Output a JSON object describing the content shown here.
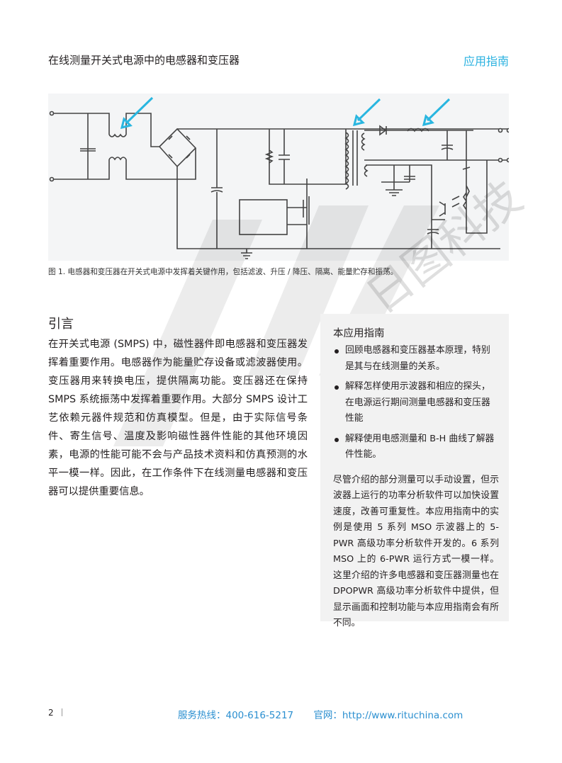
{
  "header": {
    "title": "在线测量开关式电源中的电感器和变压器",
    "tag": "应用指南"
  },
  "figure": {
    "caption": "图 1. 电感器和变压器在开关式电源中发挥着关键作用，包括滤波、升压 / 降压、隔离、能量贮存和振荡。",
    "accent": "#29b6e0"
  },
  "intro": {
    "heading": "引言",
    "body": "在开关式电源 (SMPS) 中，磁性器件即电感器和变压器发挥着重要作用。电感器作为能量贮存设备或滤波器使用。变压器用来转换电压，提供隔离功能。变压器还在保持 SMPS 系统振荡中发挥着重要作用。大部分 SMPS 设计工艺依赖元器件规范和仿真模型。但是，由于实际信号条件、寄生信号、温度及影响磁性器件性能的其他环境因素，电源的性能可能不会与产品技术资料和仿真预测的水平一模一样。因此，在工作条件下在线测量电感器和变压器可以提供重要信息。"
  },
  "sidebar": {
    "heading": "本应用指南",
    "bullets": [
      "回顾电感器和变压器基本原理，特别是其与在线测量的关系。",
      "解释怎样使用示波器和相应的探头，在电源运行期间测量电感器和变压器性能",
      "解释使用电感测量和 B-H 曲线了解器件性能。"
    ],
    "body": "尽管介绍的部分测量可以手动设置，但示波器上运行的功率分析软件可以加快设置速度，改善可重复性。本应用指南中的实例是使用 5 系列 MSO 示波器上的 5-PWR 高级功率分析软件开发的。6 系列 MSO 上的 6-PWR 运行方式一模一样。这里介绍的许多电感器和变压器测量也在 DPOPWR 高级功率分析软件中提供，但显示画面和控制功能与本应用指南会有所不同。"
  },
  "footer": {
    "page": "2",
    "hotline": "服务热线：400-616-5217",
    "website": "官网：http://www.rituchina.com"
  },
  "watermark": {
    "text": "日图科技"
  }
}
